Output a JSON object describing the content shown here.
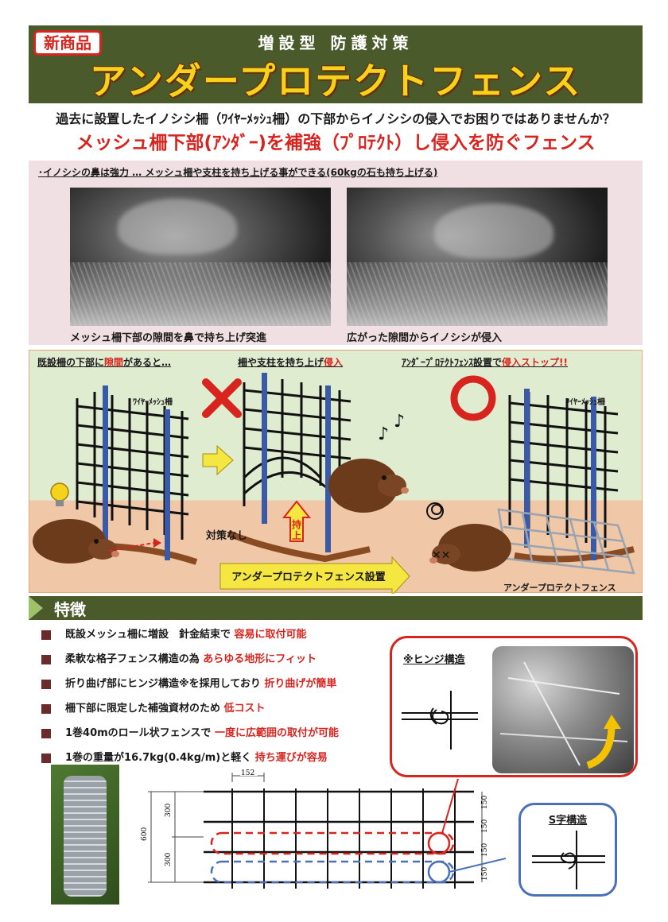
{
  "header": {
    "badge": "新商品",
    "subtitle": "増設型 防護対策",
    "title": "アンダープロテクトフェンス"
  },
  "lead": "過去に設置したイノシシ柵（ﾜｲﾔｰﾒｯｼｭ柵）の下部からイノシシの侵入でお困りではありませんか？",
  "tagline": "メッシュ柵下部(ｱﾝﾀﾞｰ)を補強（ﾌﾟﾛﾃｸﾄ）し侵入を防ぐフェンス",
  "photos": {
    "caption": "･イノシシの鼻は強力 … メッシュ柵や支柱を持ち上げる事ができる(60kgの石も持ち上げる)",
    "left_label": "メッシュ柵下部の隙間を鼻で持ち上げ突進",
    "right_label": "広がった隙間からイノシシが侵入"
  },
  "diagram": {
    "head1_a": "既設柵の下部に",
    "head1_b": "隙間",
    "head1_c": "があると…",
    "head2_a": "柵や支柱を持ち上げ",
    "head2_b": "侵入",
    "head3_a": "ｱﾝﾀﾞｰﾌﾟﾛﾃｸﾄﾌｪﾝｽ設置で",
    "head3_b": "侵入ストップ!!",
    "wire_mesh_1": "ﾜｲﾔｰﾒｯｼｭ柵",
    "wire_mesh_2": "ﾜｲﾔｰﾒｯｼｭ柵",
    "lift_1": "持",
    "lift_2": "上",
    "no_measure": "対策なし",
    "install": "アンダープロテクトフェンス設置",
    "fence_label": "アンダープロテクトフェンス"
  },
  "features": {
    "title": "特徴",
    "items": [
      {
        "text": "既設メッシュ柵に増設　針金結束で ",
        "hl": "容易に取付可能"
      },
      {
        "text": "柔軟な格子フェンス構造の為 ",
        "hl": "あらゆる地形にフィット"
      },
      {
        "text": "折り曲げ部にヒンジ構造※を採用しており ",
        "hl": "折り曲げが簡単"
      },
      {
        "text": "柵下部に限定した補強資材のため ",
        "hl": "低コスト"
      },
      {
        "text": "1巻40mのロール状フェンスで ",
        "hl": "一度に広範囲の取付が可能"
      },
      {
        "text": "1巻の重量が16.7kg(0.4kg/m)と軽く ",
        "hl": "持ち運びが容易"
      }
    ]
  },
  "hinge": {
    "title": "※ヒンジ構造"
  },
  "s_struct": {
    "title": "S字構造"
  },
  "dimensions": {
    "cell": "152",
    "total": "600",
    "half_top": "300",
    "half_bottom": "300",
    "row1": "150",
    "row2": "150",
    "row3": "150",
    "row4": "150"
  },
  "colors": {
    "banner": "#4a5a2a",
    "accent_red": "#d8241f",
    "title_yellow": "#f5d31b",
    "post_blue": "#3a5aa8",
    "hinge_border": "#d8241f",
    "s_border": "#4a70b8"
  }
}
